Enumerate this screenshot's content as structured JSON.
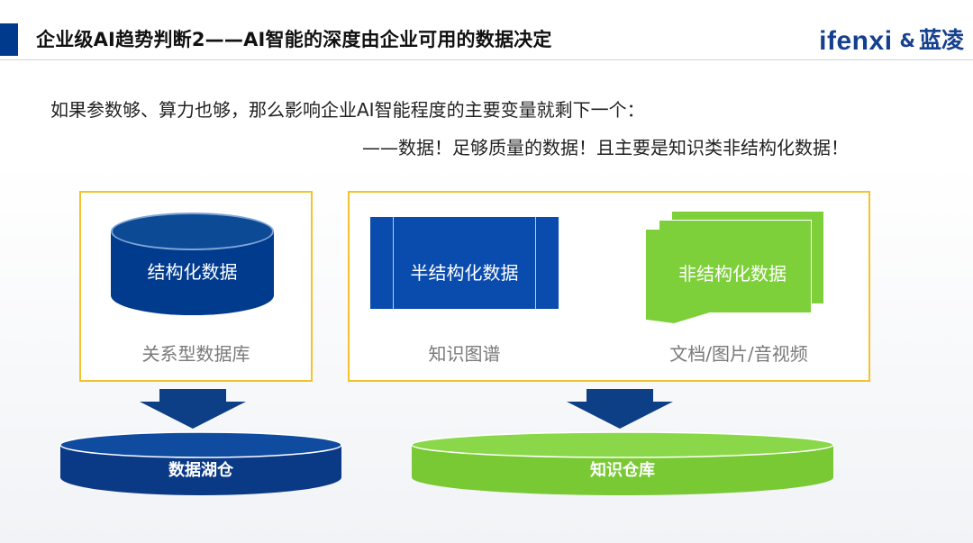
{
  "header": {
    "title": "企业级AI趋势判断2——AI智能的深度由企业可用的数据决定",
    "logo_ifenxi": "ifenxi",
    "logo_amp": "&",
    "logo_lanling": "蓝凌"
  },
  "intro": {
    "line1": "如果参数够、算力也够，那么影响企业AI智能程度的主要变量就剩下一个：",
    "line2": "——数据！足够质量的数据！且主要是知识类非结构化数据！"
  },
  "left_group": {
    "shape_label": "结构化数据",
    "caption": "关系型数据库",
    "target": "数据湖仓"
  },
  "right_group": {
    "semi_label": "半结构化数据",
    "semi_caption": "知识图谱",
    "unstruct_label": "非结构化数据",
    "unstruct_caption": "文档/图片/音视频",
    "target": "知识仓库"
  },
  "colors": {
    "navy": "#003b8e",
    "blue": "#0a4cad",
    "green": "#7ed03a",
    "frame": "#f5c22c"
  }
}
